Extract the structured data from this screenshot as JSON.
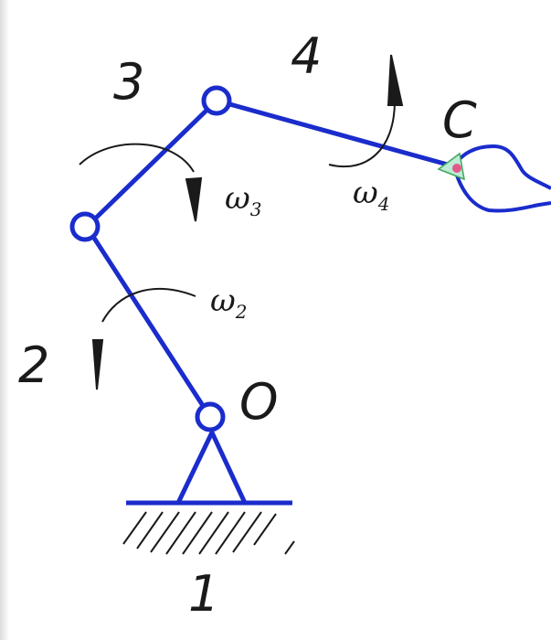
{
  "labels": {
    "link1": "1",
    "link2": "2",
    "link3": "3",
    "link4": "4",
    "point_o": "O",
    "point_c": "C"
  },
  "angular_velocities": {
    "w2": {
      "symbol": "ω",
      "sub": "2"
    },
    "w3": {
      "symbol": "ω",
      "sub": "3"
    },
    "w4": {
      "symbol": "ω",
      "sub": "4"
    }
  },
  "colors": {
    "links": "#1a2ccc",
    "annotations": "#1a1a1a",
    "background": "#ffffff"
  }
}
